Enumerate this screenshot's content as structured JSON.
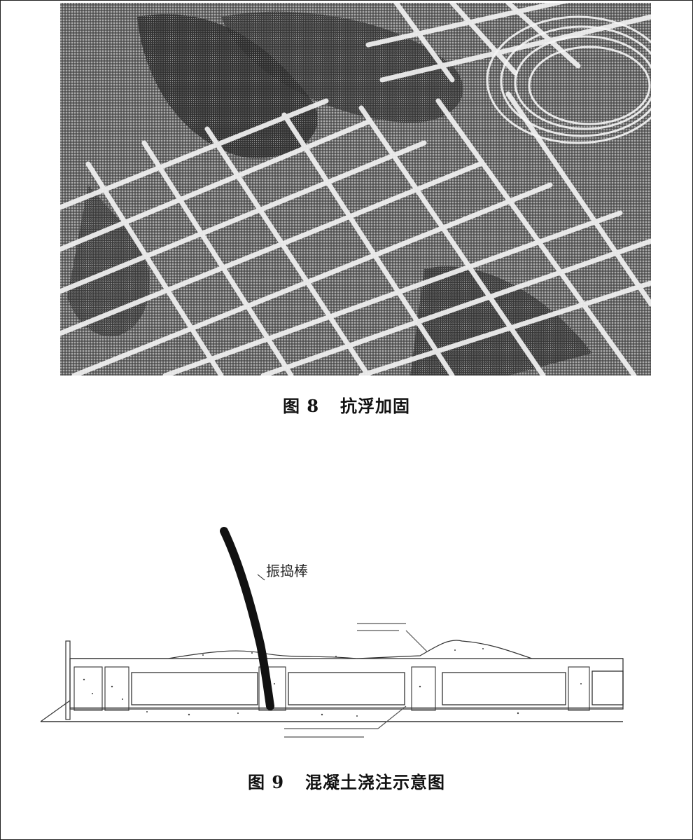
{
  "figure8": {
    "number": "图 8",
    "title": "抗浮加固"
  },
  "figure9": {
    "number": "图 9",
    "title": "混凝土浇注示意图",
    "labels": {
      "vibrator": "振捣棒"
    }
  }
}
